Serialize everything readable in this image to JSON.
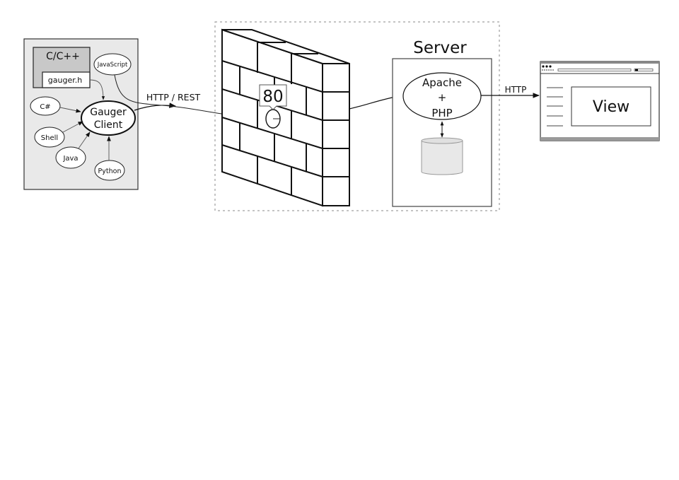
{
  "client": {
    "cpp_label": "C/C++",
    "header_label": "gauger.h",
    "javascript_label": "JavaScript",
    "csharp_label": "C#",
    "shell_label": "Shell",
    "java_label": "Java",
    "python_label": "Python",
    "gauger_line1": "Gauger",
    "gauger_line2": "Client"
  },
  "edges": {
    "http_rest_label": "HTTP / REST",
    "http_label": "HTTP"
  },
  "firewall": {
    "port_label": "80"
  },
  "server": {
    "title": "Server",
    "apache_line1": "Apache",
    "apache_line2": "+",
    "apache_line3": "PHP"
  },
  "browser": {
    "view_label": "View"
  },
  "colors": {
    "client_bg": "#e9e9e9",
    "cpp_bg": "#c8c8c8",
    "db_fill": "#e8e8e8",
    "stroke": "#111111"
  }
}
